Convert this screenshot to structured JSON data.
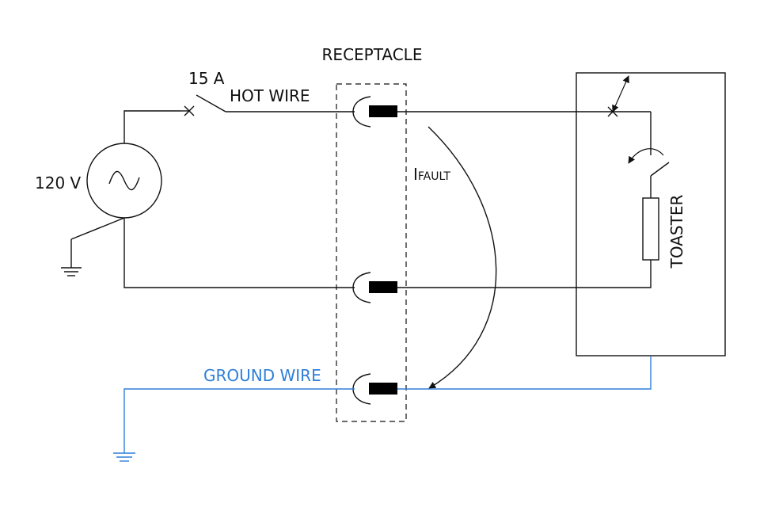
{
  "labels": {
    "receptacle": "RECEPTACLE",
    "breaker_rating": "15 A",
    "hot_wire": "HOT WIRE",
    "source_voltage": "120 V",
    "fault_current_main": "I",
    "fault_current_sub": "FAULT",
    "ground_wire": "GROUND WIRE",
    "toaster": "TOASTER"
  },
  "colors": {
    "wire": "#111111",
    "ground_wire": "#2f7fd8",
    "terminal": "#000000"
  },
  "icons": {
    "source": "ac-source-icon",
    "ground": "ground-symbol-icon",
    "breaker": "circuit-breaker-icon",
    "heater": "heating-element-icon"
  }
}
